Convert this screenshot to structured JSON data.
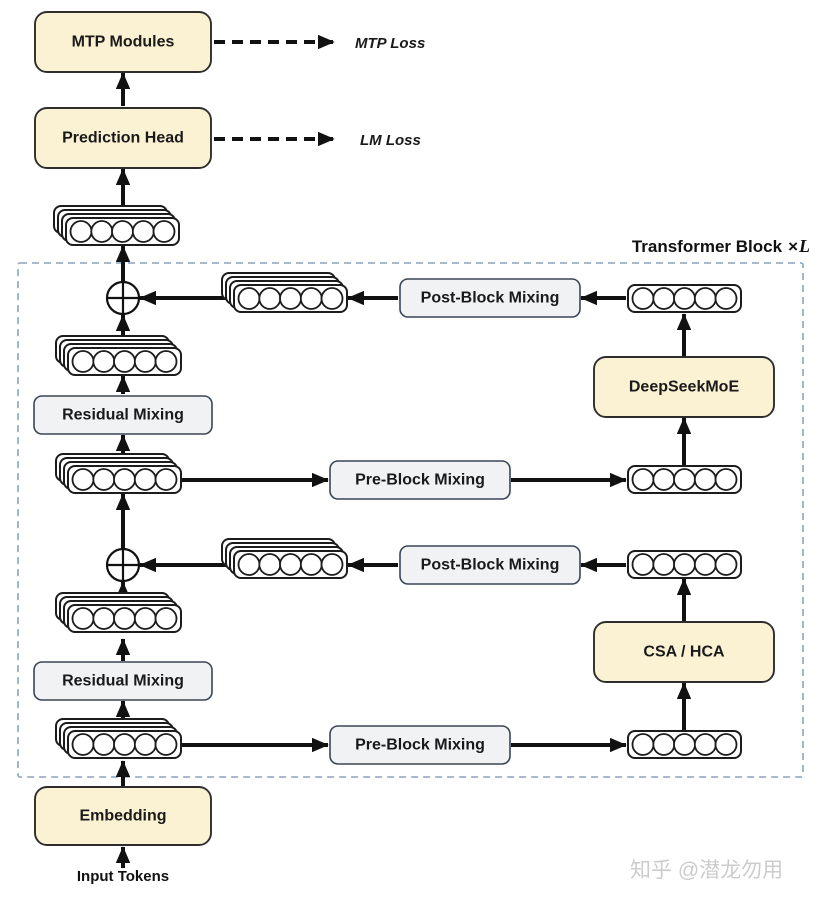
{
  "output_section": {
    "mtp_modules_label": "MTP Modules",
    "mtp_loss_label": "MTP Loss",
    "prediction_head_label": "Prediction Head",
    "lm_loss_label": "LM Loss"
  },
  "transformer_block": {
    "title": "Transformer Block",
    "repeat_times_symbol": "×",
    "repeat_variable": "L",
    "moe_subblock": {
      "pre_block_mixing_label": "Pre-Block Mixing",
      "module_label": "DeepSeekMoE",
      "post_block_mixing_label": "Post-Block Mixing",
      "residual_mixing_label": "Residual Mixing"
    },
    "attention_subblock": {
      "pre_block_mixing_label": "Pre-Block Mixing",
      "module_label": "CSA / HCA",
      "post_block_mixing_label": "Post-Block Mixing",
      "residual_mixing_label": "Residual Mixing"
    }
  },
  "input_section": {
    "embedding_label": "Embedding",
    "input_tokens_label": "Input Tokens"
  },
  "watermark": "知乎 @潜龙勿用",
  "colors": {
    "module_box_fill": "#FBF1D3",
    "mixing_box_fill": "#F1F2F4",
    "module_box_border": "#2d2d2d",
    "mixing_box_border": "#3a4556",
    "block_outline": "#8AA4BD",
    "arrow": "#111111",
    "watermark_text": "#cccccc"
  }
}
